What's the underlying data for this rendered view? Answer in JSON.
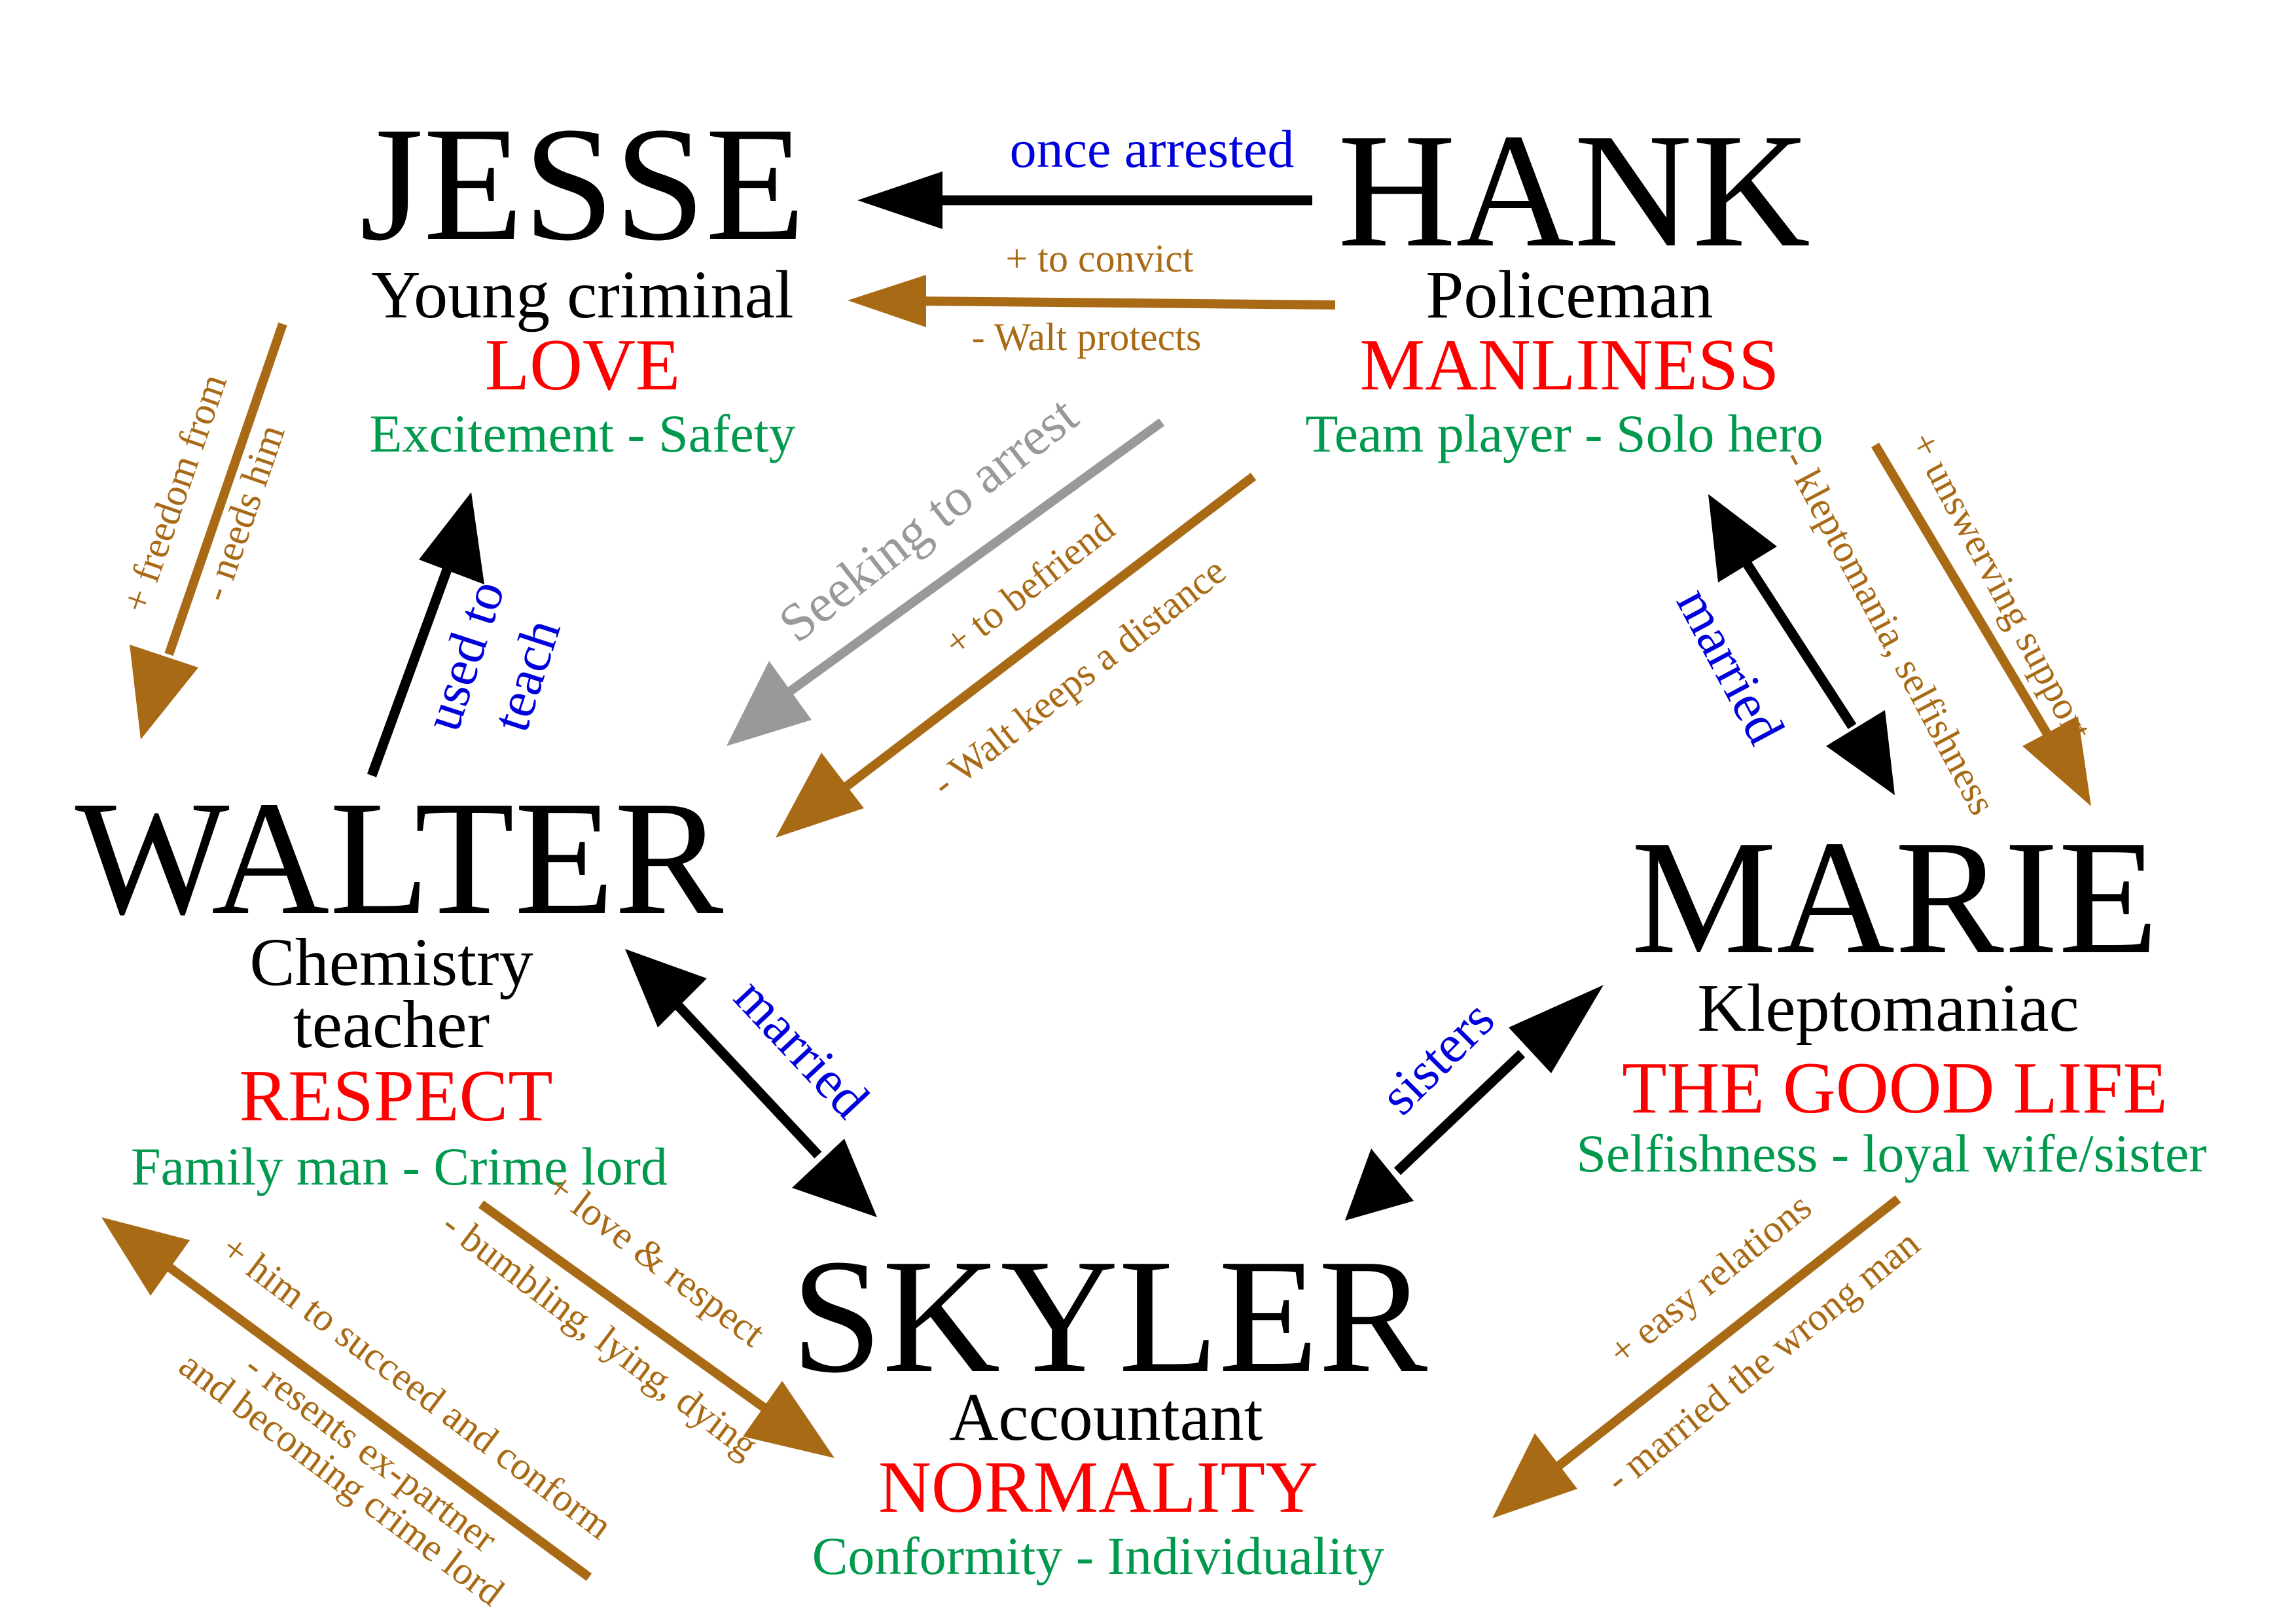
{
  "colors": {
    "name": "#000000",
    "value": "#ff0000",
    "conflict": "#00994d",
    "relation": "#0000dd",
    "motive": "#a86a15",
    "hank_walter_grey": "#999999",
    "arrow_black": "#000000"
  },
  "characters": {
    "jesse": {
      "name": "JESSE",
      "role": "Young criminal",
      "value": "LOVE",
      "conflict": "Excitement - Safety"
    },
    "hank": {
      "name": "HANK",
      "role": "Policeman",
      "value": "MANLINESS",
      "conflict": "Team player - Solo hero"
    },
    "walter": {
      "name": "WALTER",
      "role_line1": "Chemistry",
      "role_line2": "teacher",
      "value": "RESPECT",
      "conflict": "Family man - Crime lord"
    },
    "marie": {
      "name": "MARIE",
      "role": "Kleptomaniac",
      "value": "THE GOOD LIFE",
      "conflict": "Selfishness - loyal wife/sister"
    },
    "skyler": {
      "name": "SKYLER",
      "role": "Accountant",
      "value": "NORMALITY",
      "conflict": "Conformity - Individuality"
    }
  },
  "relations": {
    "hank_jesse_arrested": "once arrested",
    "hank_jesse_plus": "+ to convict",
    "hank_jesse_minus": "- Walt protects",
    "hank_walter_seeking": "Seeking to arrest",
    "hank_walter_plus": "+ to befriend",
    "hank_walter_minus": "- Walt keeps a distance",
    "jesse_walter_plus": "+ freedom from",
    "jesse_walter_minus": "- needs him",
    "walter_jesse_used_line1": "used to",
    "walter_jesse_used_line2": "teach",
    "hank_marie_married": "married",
    "hank_marie_minus": "- kleptomania, selfishness",
    "marie_hank_plus": "+ unswerving support",
    "walter_skyler_married": "married",
    "marie_skyler_sisters": "sisters",
    "walter_skyler_plus": "+ love & respect",
    "walter_skyler_minus": "- bumbling, lying, dying",
    "skyler_walter_plus": "+ him to succeed and conform",
    "skyler_walter_minus_line1": "- resents ex-partner",
    "skyler_walter_minus_line2": "and becoming crime lord",
    "marie_skyler_plus": "+ easy relations",
    "marie_skyler_minus": "- married the wrong man"
  }
}
